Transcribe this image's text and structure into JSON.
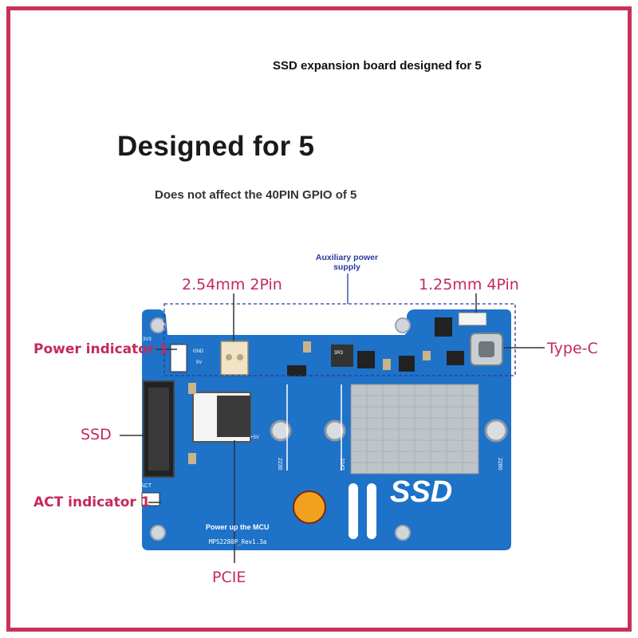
{
  "caption": "SSD expansion board designed for 5",
  "headline": "Designed for 5",
  "subline": "Does not affect the 40PIN GPIO of 5",
  "callouts": {
    "aux_power": "Auxiliary power supply",
    "pin_2": "2.54mm 2Pin",
    "pin_4": "1.25mm 4Pin",
    "power_indicator": "Power indicator 1",
    "type_c": "Type-C",
    "ssd": "SSD",
    "act_indicator": "ACT indicator 1",
    "pcie": "PCIE"
  },
  "board": {
    "ssd_print": "SSD",
    "mcu_print": "Power up the MCU",
    "model_print": "MPS2280P_Rev1.3a",
    "size_2230": "2230",
    "size_2242": "2242",
    "size_2280": "2280",
    "act_print": "ACT",
    "pwr_print": "3V3",
    "gnd_print": "GND",
    "v5_print": "5V",
    "v5b_print": "+5V",
    "chip_print": "3R3"
  },
  "colors": {
    "frame": "#c8305a",
    "callout_text": "#c42a5a",
    "board": "#1e72c8",
    "aux_text": "#2b3a9a"
  }
}
